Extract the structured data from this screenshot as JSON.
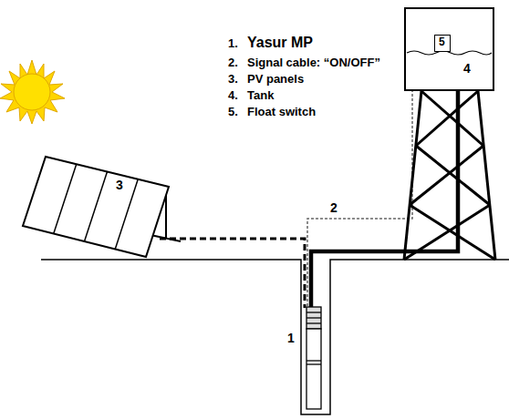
{
  "diagram": {
    "nodes": [
      {
        "text": [
          "3"
        ]
      },
      {
        "text": [
          "4"
        ]
      },
      {
        "text": [
          "5"
        ],
        "in": 1
      }
    ],
    "labels": [
      "1.",
      "Yasur MP",
      "2.",
      "Signal cable: “ON/OFF”",
      "3.",
      "PV panels",
      "4.",
      "Tank",
      "5.",
      "Float switch",
      "2",
      "1"
    ]
  }
}
